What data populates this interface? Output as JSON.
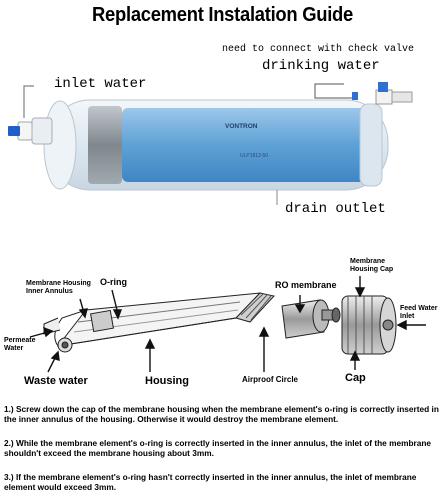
{
  "title": "Replacement Instalation Guide",
  "top_diagram": {
    "note_check_valve": "need to connect with check valve",
    "label_drinking_water": "drinking water",
    "label_inlet_water": "inlet water",
    "label_drain_outlet": "drain outlet",
    "brand_text": "VONTRON",
    "model_text": "ULP1812-50"
  },
  "bottom_diagram": {
    "label_membrane_housing_inner_annulus": "Membrane Housing Inner Annulus",
    "label_o_ring": "O-ring",
    "label_ro_membrane": "RO membrane",
    "label_membrane_housing_cap": "Membrane Housing Cap",
    "label_feed_water_inlet": "Feed Water Inlet",
    "label_permeate_water": "Permeate Water",
    "label_waste_water": "Waste water",
    "label_housing": "Housing",
    "label_airproof_circle": "Airproof Circle",
    "label_cap": "Cap"
  },
  "instructions": [
    "1.) Screw down the cap of the membrane housing when the membrane element's o-ring is correctly inserted in the inner annulus of the housing. Otherwise it would destroy the membrane element.",
    "2.) While the membrane element's o-ring is correctly inserted in the inner annulus, the inlet of the membrane shouldn't exceed the membrane housing about 3mm.",
    "3.) If the membrane element's o-ring hasn't correctly inserted in the inner annulus, the inlet of membrane element would exceed 3mm."
  ],
  "colors": {
    "membrane_blue": "#6aa9d8",
    "housing_clear": "#e4eef5",
    "fitting_blue": "#2f6fd0"
  }
}
